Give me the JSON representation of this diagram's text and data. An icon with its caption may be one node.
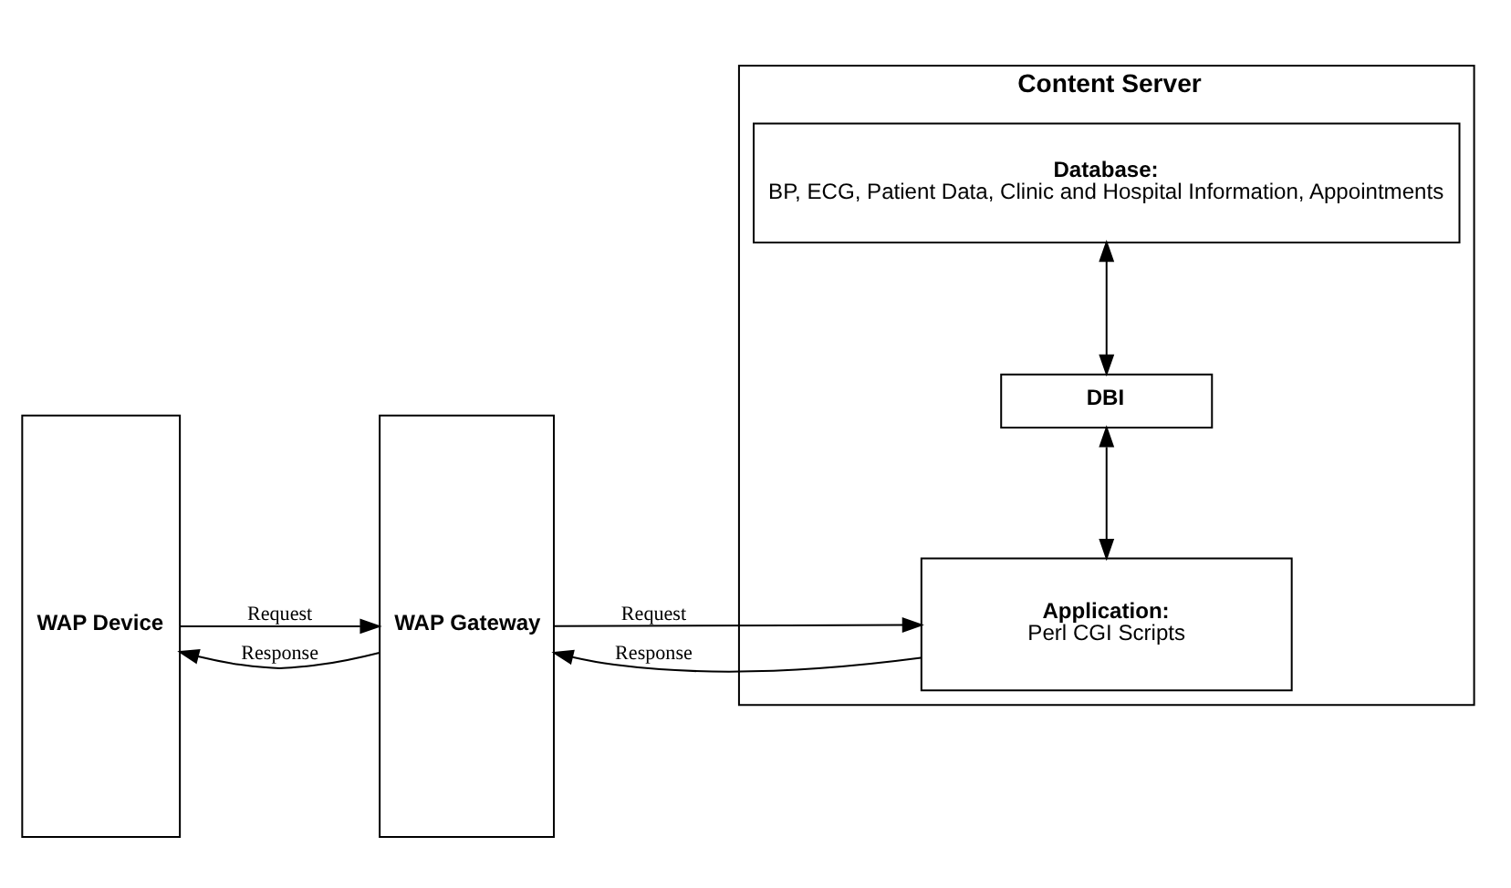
{
  "diagram": {
    "nodes": [
      {
        "text": [
          "WAP Device"
        ]
      },
      {
        "text": [
          "WAP Gateway"
        ]
      },
      {
        "text": [
          "Content Server"
        ]
      },
      {
        "text": [
          "Application:",
          "Perl CGI Scripts"
        ],
        "in": 2
      },
      {
        "text": [
          "DBI"
        ],
        "in": 2
      },
      {
        "text": [
          "Database:",
          "BP, ECG, Patient Data, Clinic and Hospital Information, Appointments"
        ],
        "in": 2
      }
    ],
    "edges": [
      {
        "from": 0,
        "to": 1,
        "arrow": "to",
        "label": "Request"
      },
      {
        "from": 1,
        "to": 0,
        "arrow": "to",
        "label": "Response"
      },
      {
        "from": 1,
        "to": 3,
        "arrow": "to",
        "label": "Request"
      },
      {
        "from": 3,
        "to": 1,
        "arrow": "to",
        "label": "Response"
      },
      {
        "from": 3,
        "to": 4,
        "arrow": "both"
      },
      {
        "from": 4,
        "to": 5,
        "arrow": "both"
      }
    ]
  }
}
